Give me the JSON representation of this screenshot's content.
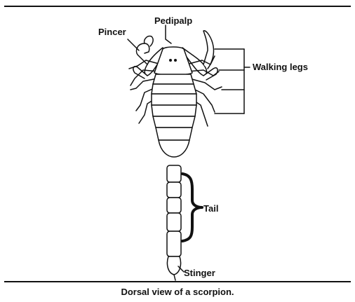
{
  "labels": {
    "pincer": "Pincer",
    "pedipalp": "Pedipalp",
    "walking_legs": "Walking legs",
    "tail": "Tail",
    "stinger": "Stinger"
  },
  "caption": "Dorsal view of a scorpion."
}
